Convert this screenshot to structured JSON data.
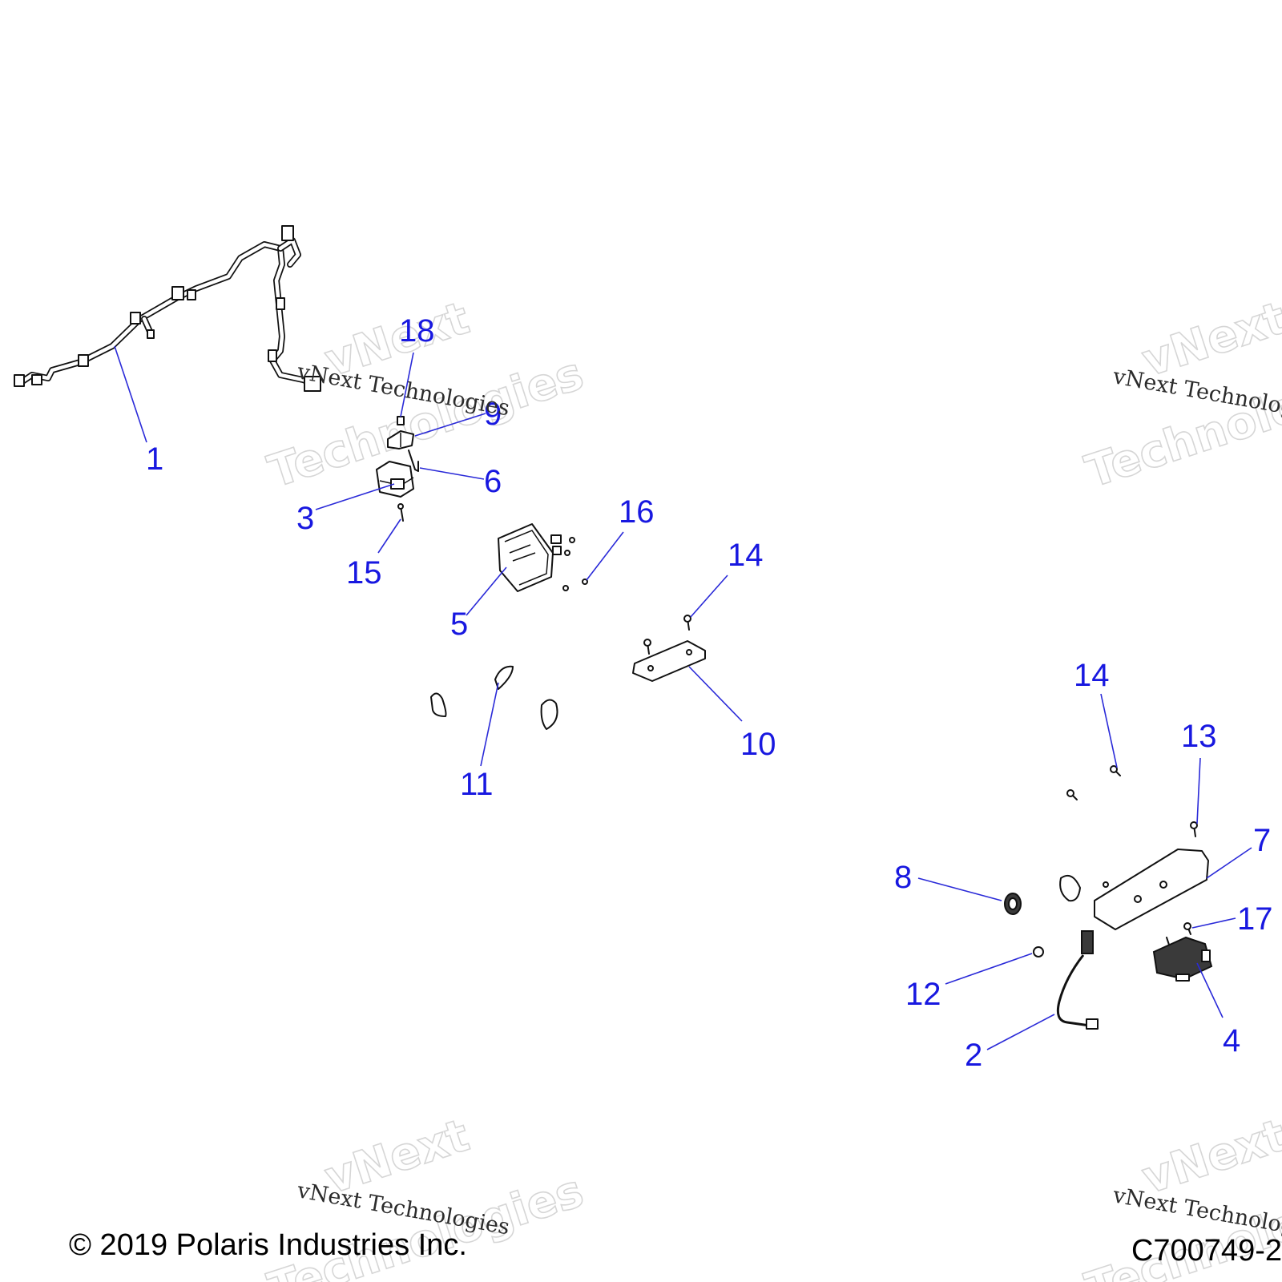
{
  "diagram": {
    "callouts": {
      "c1": "1",
      "c2": "2",
      "c3": "3",
      "c4": "4",
      "c5": "5",
      "c6": "6",
      "c7": "7",
      "c8": "8",
      "c9": "9",
      "c10": "10",
      "c11": "11",
      "c12": "12",
      "c13": "13",
      "c14a": "14",
      "c14b": "14",
      "c15": "15",
      "c16": "16",
      "c17": "17",
      "c18": "18"
    },
    "colors": {
      "callout": "#1818e0",
      "leader": "#2a2ad8",
      "line_art": "#111111"
    }
  },
  "watermark": {
    "big_word_1": "vNext",
    "big_word_2": "Technologies",
    "small_text": "vNext Technologies"
  },
  "footer": {
    "copyright": "© 2019 Polaris Industries Inc.",
    "drawing_number": "C700749-2"
  }
}
